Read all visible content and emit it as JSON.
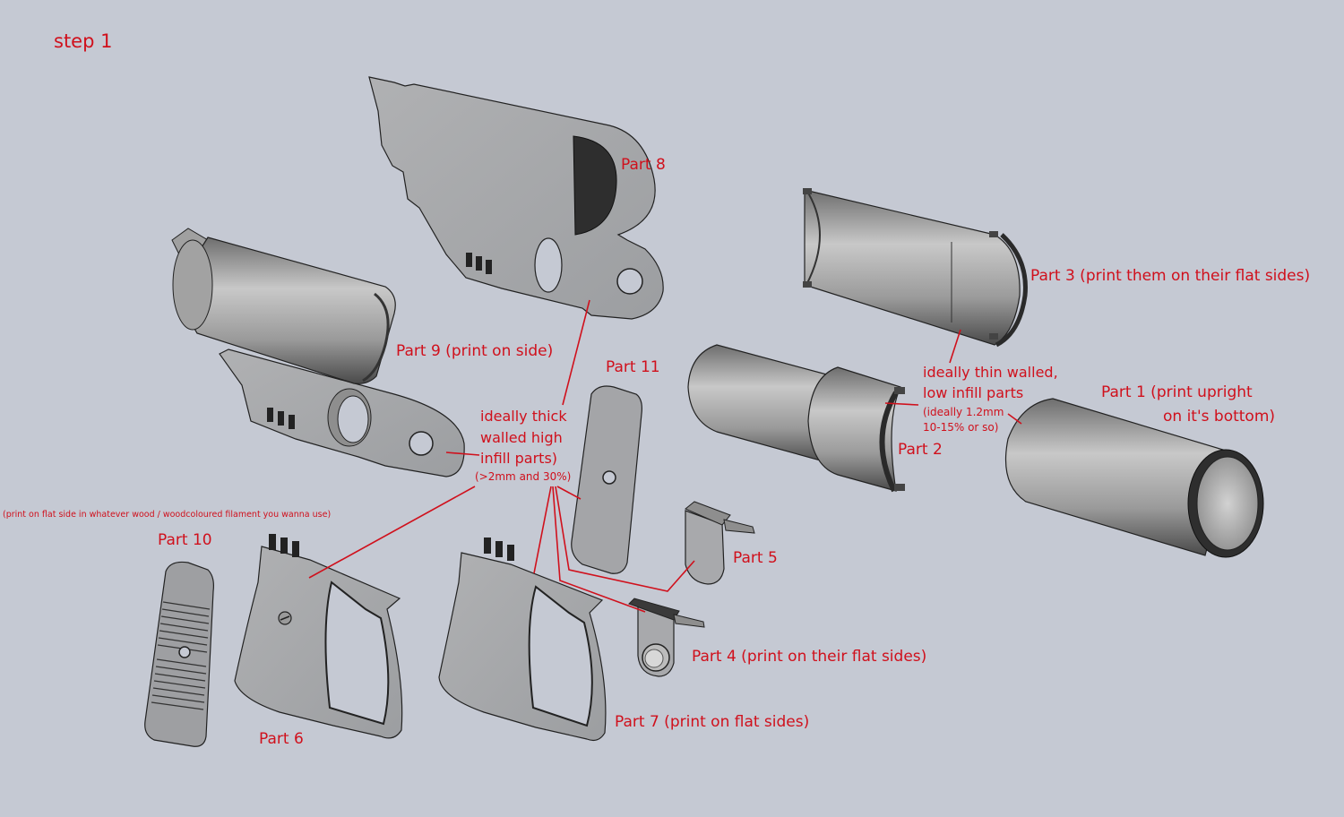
{
  "title": "step 1",
  "colors": {
    "background": "#c5c9d3",
    "annotation": "#d0101c",
    "part_fill": "#a6a8ab",
    "part_dark": "#2b2b2b"
  },
  "parts": [
    {
      "id": "part-1",
      "label": "Part 1 (print upright",
      "label2": "on it's bottom)",
      "shape": "tube"
    },
    {
      "id": "part-2",
      "label": "Part 2",
      "shape": "stepped-cylinder-half"
    },
    {
      "id": "part-3",
      "label": "Part 3 (print them on their flat sides)",
      "shape": "barrel-half-shell"
    },
    {
      "id": "part-4",
      "label": "Part 4 (print on their flat sides)",
      "shape": "latch-with-button"
    },
    {
      "id": "part-5",
      "label": "Part 5",
      "shape": "latch-tab"
    },
    {
      "id": "part-6",
      "label": "Part 6",
      "shape": "grip-frame-left"
    },
    {
      "id": "part-7",
      "label": "Part 7 (print on flat sides)",
      "shape": "grip-frame-right"
    },
    {
      "id": "part-8",
      "label": "Part 8",
      "shape": "receiver-plate"
    },
    {
      "id": "part-9",
      "label": "Part 9 (print on side)",
      "shape": "receiver-with-barrel-socket"
    },
    {
      "id": "part-10",
      "label": "Part 10",
      "shape": "ribbed-grip-panel"
    },
    {
      "id": "part-11",
      "label": "Part 11",
      "shape": "smooth-grip-panel"
    }
  ],
  "notes": {
    "thick": {
      "line1": "ideally thick",
      "line2": "walled high",
      "line3": "infill parts)",
      "detail": "(>2mm and 30%)"
    },
    "thin": {
      "line1": "ideally thin walled,",
      "line2": "low infill parts",
      "detail1": "(ideally 1.2mm",
      "detail2": "10-15% or so)"
    },
    "wood": "(print on flat side in whatever wood / woodcoloured filament you wanna use)"
  }
}
